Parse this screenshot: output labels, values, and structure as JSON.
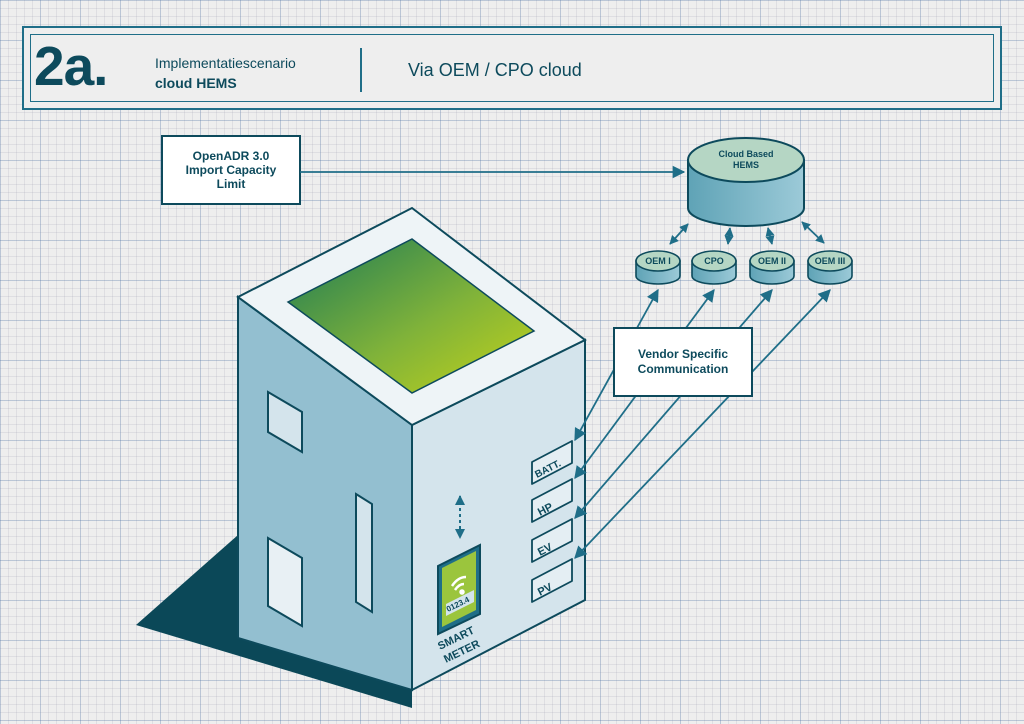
{
  "header": {
    "number": "2a.",
    "label": "Implementatiescenario",
    "name": "cloud HEMS",
    "route": "Via OEM / CPO cloud"
  },
  "openadr_box": {
    "line1": "OpenADR 3.0",
    "line2": "Import Capacity",
    "line3": "Limit"
  },
  "cloud_hems": {
    "line1": "Cloud Based",
    "line2": "HEMS"
  },
  "oem_nodes": [
    "OEM I",
    "CPO",
    "OEM II",
    "OEM III"
  ],
  "vendor_box": {
    "line1": "Vendor Specific",
    "line2": "Communication"
  },
  "devices": [
    "BATT.",
    "HP",
    "EV",
    "PV"
  ],
  "smart_meter": {
    "display": "0123.4",
    "line1": "SMART",
    "line2": "METER"
  },
  "colors": {
    "dark_teal": "#0d4a5c",
    "line_blue": "#1f6e88",
    "wall_light": "#d4e4ec",
    "wall_mid": "#93bfd0",
    "roof_green": "#b6cf1a",
    "cylinder_green": "#b5d6c4"
  }
}
